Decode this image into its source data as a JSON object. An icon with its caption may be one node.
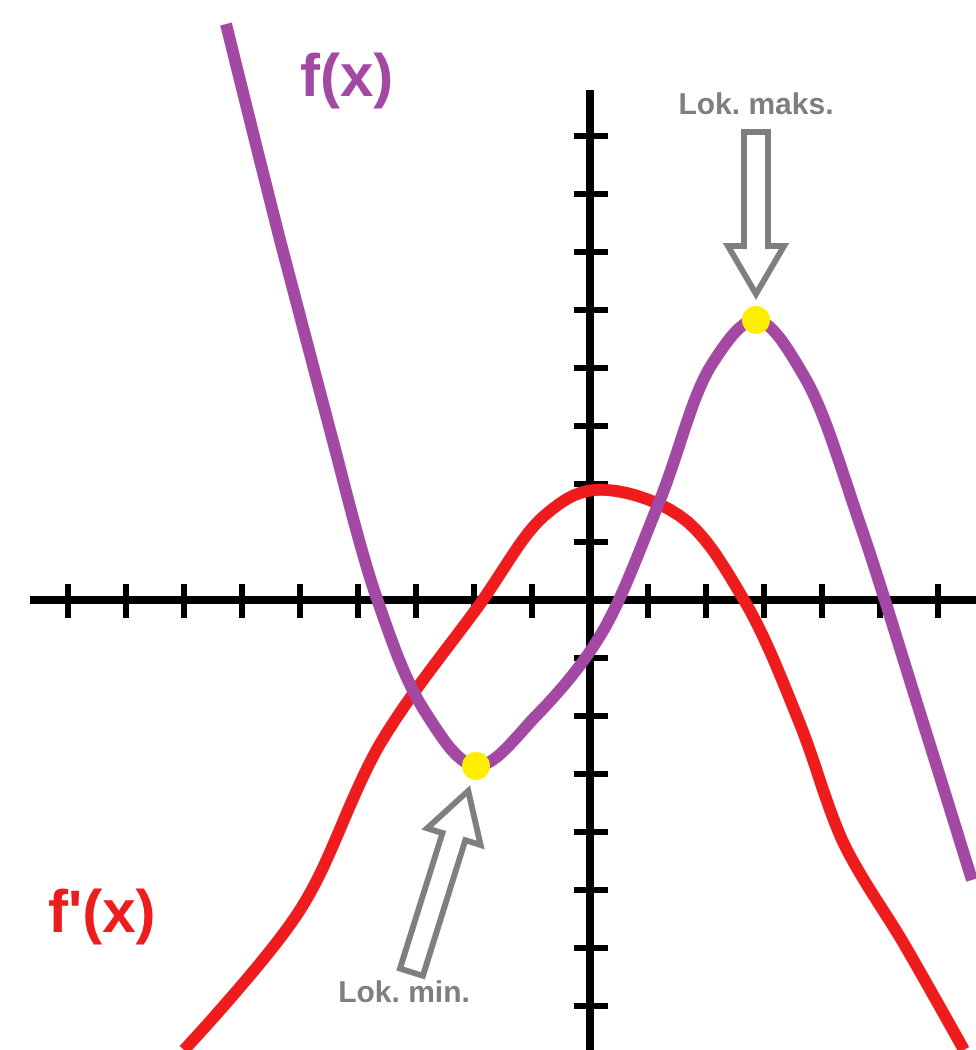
{
  "diagram": {
    "nodes": [
      {
        "text": [
          "Lok. maks."
        ]
      },
      {
        "text": [],
        "shape": "circle"
      },
      {
        "text": [],
        "shape": "circle"
      },
      {
        "text": [
          "Lok. min."
        ]
      }
    ],
    "edges": [
      {
        "from": 0,
        "to": 1,
        "arrow": "to"
      },
      {
        "from": 3,
        "to": 2,
        "arrow": "to"
      }
    ],
    "labels": [
      "f(x)",
      "f'(x)"
    ]
  }
}
